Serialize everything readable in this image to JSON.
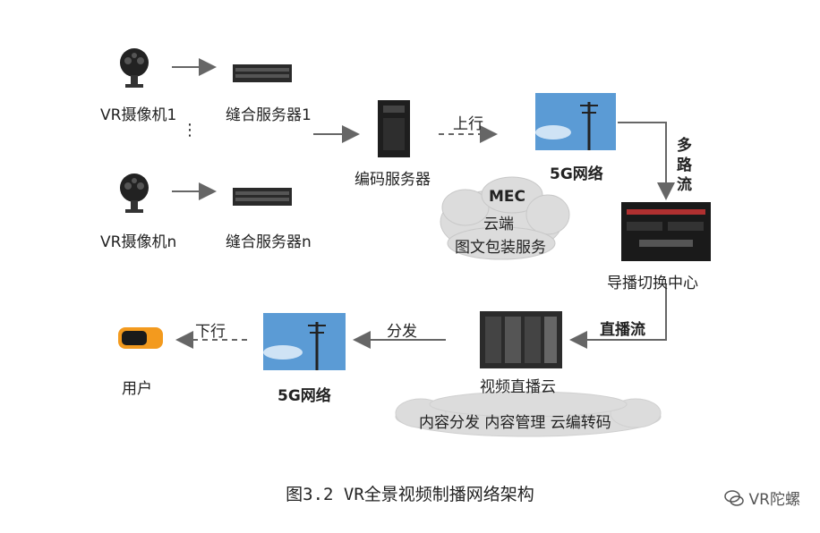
{
  "cameras": [
    {
      "label": "VR摄像机1"
    },
    {
      "label": "VR摄像机n"
    }
  ],
  "ellipsis": "⋮",
  "stitch_servers": [
    {
      "label": "缝合服务器1"
    },
    {
      "label": "缝合服务器n"
    }
  ],
  "encoder": {
    "label": "编码服务器"
  },
  "uplink": {
    "label": "上行"
  },
  "network_top": {
    "label": "5G网络"
  },
  "multi_stream": {
    "label": "多\n路\n流"
  },
  "mec": {
    "title": "MEC",
    "line1": "云端",
    "line2": "图文包装服务"
  },
  "director": {
    "label": "导播切换中心"
  },
  "live_stream": {
    "label": "直播流"
  },
  "video_cloud": {
    "label": "视频直播云",
    "services": "内容分发  内容管理  云编转码"
  },
  "distribute": {
    "label": "分发"
  },
  "network_bottom": {
    "label": "5G网络"
  },
  "downlink": {
    "label": "下行"
  },
  "user": {
    "label": "用户"
  },
  "caption": "图3.2 VR全景视频制播网络架构",
  "watermark": "VR陀螺",
  "colors": {
    "arrow": "#666666",
    "sky": "#5b9bd5",
    "dark": "#1a1a1a",
    "cloud": "#d9d9d9"
  }
}
